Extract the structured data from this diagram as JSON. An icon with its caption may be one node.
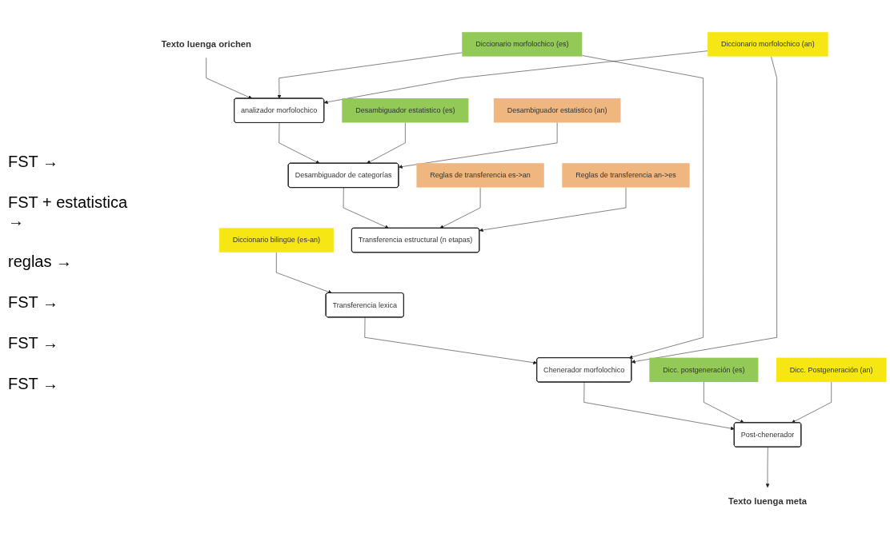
{
  "diagram": {
    "nodes": [
      {
        "text": [
          "Texto luenga orichen"
        ]
      },
      {
        "text": [
          "analizador morfolochico"
        ]
      },
      {
        "text": [
          "Desambiguador de categorías"
        ]
      },
      {
        "text": [
          "Transferencia estructural (n etapas)"
        ]
      },
      {
        "text": [
          "Transferencia lexica"
        ]
      },
      {
        "text": [
          "Chenerador morfolochico"
        ]
      },
      {
        "text": [
          "Post-chenerador"
        ]
      },
      {
        "text": [
          "Texto luenga meta"
        ]
      },
      {
        "text": [
          "Diccionario morfolochico (es)"
        ]
      },
      {
        "text": [
          "Diccionario morfolochico (an)"
        ]
      },
      {
        "text": [
          "Desambiguador estatistico (es)"
        ]
      },
      {
        "text": [
          "Desambiguador estatistico (an)"
        ]
      },
      {
        "text": [
          "Reglas de transferencia es->an"
        ]
      },
      {
        "text": [
          "Reglas de transferencia an->es"
        ]
      },
      {
        "text": [
          "Diccionario bilingüe (es-an)"
        ]
      },
      {
        "text": [
          "Dicc. postgeneración (es)"
        ]
      },
      {
        "text": [
          "Dicc. Postgeneración (an)"
        ]
      }
    ],
    "edges": [
      {
        "from": 0,
        "to": 1,
        "arrow": "to"
      },
      {
        "from": 1,
        "to": 2,
        "arrow": "to"
      },
      {
        "from": 2,
        "to": 3,
        "arrow": "to"
      },
      {
        "from": 4,
        "to": 5,
        "arrow": "to"
      },
      {
        "from": 5,
        "to": 6,
        "arrow": "to"
      },
      {
        "from": 6,
        "to": 7,
        "arrow": "to"
      },
      {
        "from": 8,
        "to": 1,
        "arrow": "to"
      },
      {
        "from": 9,
        "to": 1,
        "arrow": "to"
      },
      {
        "from": 8,
        "to": 5,
        "arrow": "to"
      },
      {
        "from": 9,
        "to": 5,
        "arrow": "to"
      },
      {
        "from": 10,
        "to": 2,
        "arrow": "to"
      },
      {
        "from": 11,
        "to": 2,
        "arrow": "to"
      },
      {
        "from": 12,
        "to": 3,
        "arrow": "to"
      },
      {
        "from": 13,
        "to": 3,
        "arrow": "to"
      },
      {
        "from": 14,
        "to": 4,
        "arrow": "to"
      },
      {
        "from": 15,
        "to": 6,
        "arrow": "to"
      },
      {
        "from": 16,
        "to": 6,
        "arrow": "to"
      }
    ],
    "labels": [
      "FST →",
      "FST + estatistica →",
      "reglas →",
      "FST →",
      "FST →",
      "FST →"
    ]
  }
}
